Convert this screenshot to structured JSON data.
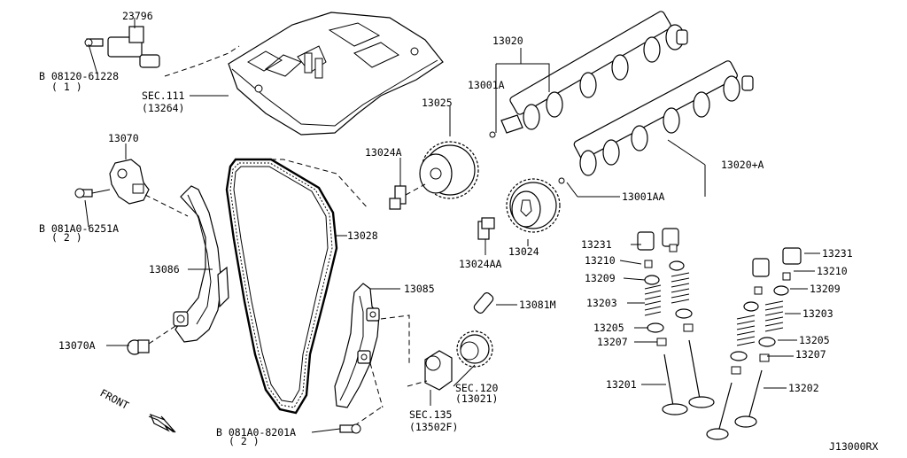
{
  "diagram_id": "J13000RX",
  "front_label": "FRONT",
  "parts": {
    "sensor": "23796",
    "bolt_top": "B 08120-61228",
    "bolt_top_qty": "( 1 )",
    "rocker_cover_sec": "SEC.111",
    "rocker_cover_ref": "(13264)",
    "tensioner": "13070",
    "bolt_mid": "B 081A0-6251A",
    "bolt_mid_qty": "( 2 )",
    "slack_guide": "13086",
    "slack_bolt": "13070A",
    "bolt_bottom": "B 081A0-8201A",
    "bolt_bottom_qty": "( 2 )",
    "chain": "13028",
    "tension_guide": "13085",
    "dowel": "13081M",
    "sec135": "SEC.135",
    "sec135_ref": "(13502F)",
    "sec120": "SEC.120",
    "sec120_ref": "(13021)",
    "cam_sprocket_intake": "13025",
    "cam_bolt_a": "13024A",
    "cam_sprocket_exhaust": "13024",
    "cam_bolt_aa": "13024AA",
    "camshaft": "13020",
    "cam_pin_a": "13001A",
    "camshaft_a": "13020+A",
    "cam_pin_aa": "13001AA",
    "lifter_l": "13231",
    "collet_l": "13210",
    "retainer_l": "13209",
    "spring_l": "13203",
    "seat_l": "13205",
    "seal_l": "13207",
    "valve_intake": "13201",
    "lifter_r": "13231",
    "collet_r": "13210",
    "retainer_r": "13209",
    "spring_r": "13203",
    "seat_r": "13205",
    "seal_r": "13207",
    "valve_exhaust": "13202"
  }
}
